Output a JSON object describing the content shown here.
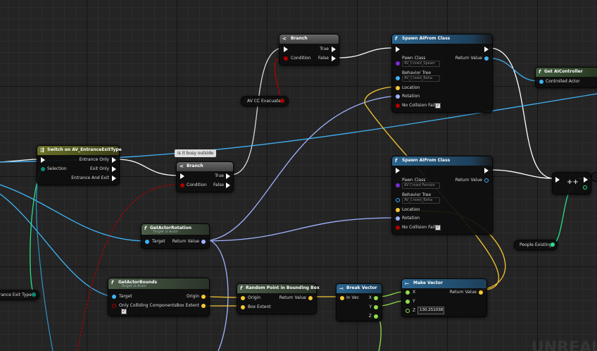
{
  "colors": {
    "exec": "#ffffff",
    "object": "#3fb2f4",
    "vector": "#f8c732",
    "rotator": "#a0b4ff",
    "bool": "#b00000",
    "int": "#29e08a",
    "flow_header": "#5a5a5a",
    "func_header": "#224766",
    "switch_header": "#555a1e",
    "getter_header": "#3d4a3a"
  },
  "nodes": {
    "branch1": {
      "title": "Branch",
      "condition": "Condition",
      "true": "True",
      "false": "False"
    },
    "spawn1": {
      "title": "Spawn AIFrom Class",
      "pawn_class": "Pawn Class",
      "pawn_class_value": "AV_Crowd_Spawn",
      "behavior_tree": "Behavior Tree",
      "behavior_tree_value": "AV_Crowd_Beha",
      "location": "Location",
      "rotation": "Rotation",
      "no_collision_fail": "No Collision Fail",
      "return_value": "Return Value"
    },
    "get_ai_controller": {
      "title": "Get AIController",
      "controlled_actor": "Controlled Actor"
    },
    "var_av_cc_evacuate": {
      "label": "AV CC Evacuate"
    },
    "switch": {
      "title": "Switch on AV_EntranceExitType",
      "selection": "Selection",
      "entrance_only": "Entrance Only",
      "exit_only": "Exit Only",
      "entrance_and_exit": "Entrance And Exit"
    },
    "comment": {
      "text": "is it busy outside"
    },
    "branch2": {
      "title": "Branch",
      "condition": "Condition",
      "true": "True",
      "false": "False"
    },
    "spawn2": {
      "title": "Spawn AIFrom Class",
      "pawn_class": "Pawn Class",
      "pawn_class_value": "AV Crowd Female",
      "behavior_tree": "Behavior Tree",
      "behavior_tree_value": "AV_Crowd_Beha",
      "location": "Location",
      "rotation": "Rotation",
      "no_collision_fail": "No Collision Fail",
      "return_value": "Return Value"
    },
    "sequence": {
      "symbol": "++"
    },
    "var_people_existing": {
      "label": "People Existing"
    },
    "get_actor_rotation": {
      "title": "GetActorRotation",
      "subtitle": "Target is Actor",
      "target": "Target",
      "return_value": "Return Value"
    },
    "var_exit_type": {
      "label": "rance Exit Type"
    },
    "get_actor_bounds": {
      "title": "GetActorBounds",
      "subtitle": "Target is Actor",
      "target": "Target",
      "only_colliding": "Only Colliding Components",
      "origin": "Origin",
      "box_extent": "Box Extent"
    },
    "random_point": {
      "title": "Random Point in Bounding Box",
      "origin": "Origin",
      "box_extent": "Box Extent",
      "return_value": "Return Value"
    },
    "break_vector": {
      "title": "Break Vector",
      "in_vec": "In Vec",
      "x": "X",
      "y": "Y",
      "z": "Z"
    },
    "make_vector": {
      "title": "Make Vector",
      "x": "X",
      "y": "Y",
      "z": "Z",
      "z_value": "130.251038",
      "return_value": "Return Value"
    }
  },
  "icons": {
    "branch": "branch-icon",
    "function": "function-icon",
    "switch": "switch-icon",
    "make_vector": "make-vector-icon",
    "break_vector": "break-vector-icon"
  },
  "watermark": "UNREAL"
}
